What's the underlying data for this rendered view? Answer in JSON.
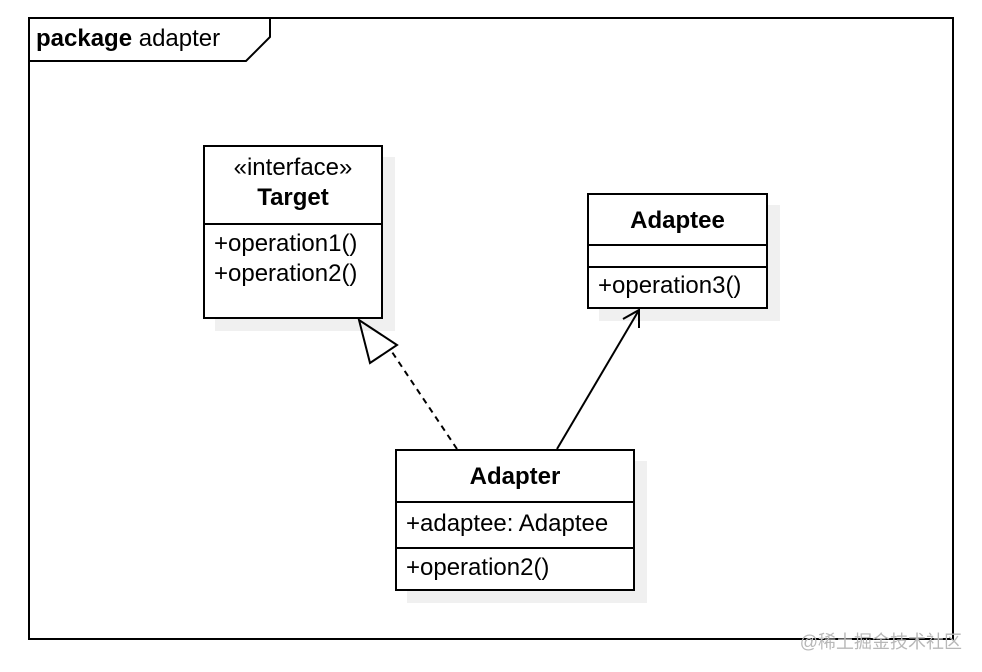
{
  "package": {
    "keyword": "package",
    "name": "adapter"
  },
  "classes": {
    "target": {
      "stereotype": "«interface»",
      "name": "Target",
      "operations": [
        "+operation1()",
        "+operation2()"
      ]
    },
    "adaptee": {
      "name": "Adaptee",
      "attributes": [],
      "operations": [
        "+operation3()"
      ]
    },
    "adapter": {
      "name": "Adapter",
      "attributes": [
        "+adaptee: Adaptee"
      ],
      "operations": [
        "+operation2()"
      ]
    }
  },
  "relations": [
    {
      "from": "Adapter",
      "to": "Target",
      "kind": "realization",
      "line": "dashed",
      "arrowhead": "hollow-triangle"
    },
    {
      "from": "Adapter",
      "to": "Adaptee",
      "kind": "association",
      "line": "solid",
      "arrowhead": "open-arrow"
    }
  ],
  "watermark": "@稀土掘金技术社区",
  "colors": {
    "stroke": "#000000",
    "background": "#ffffff",
    "watermark": "#b8b8b8"
  }
}
